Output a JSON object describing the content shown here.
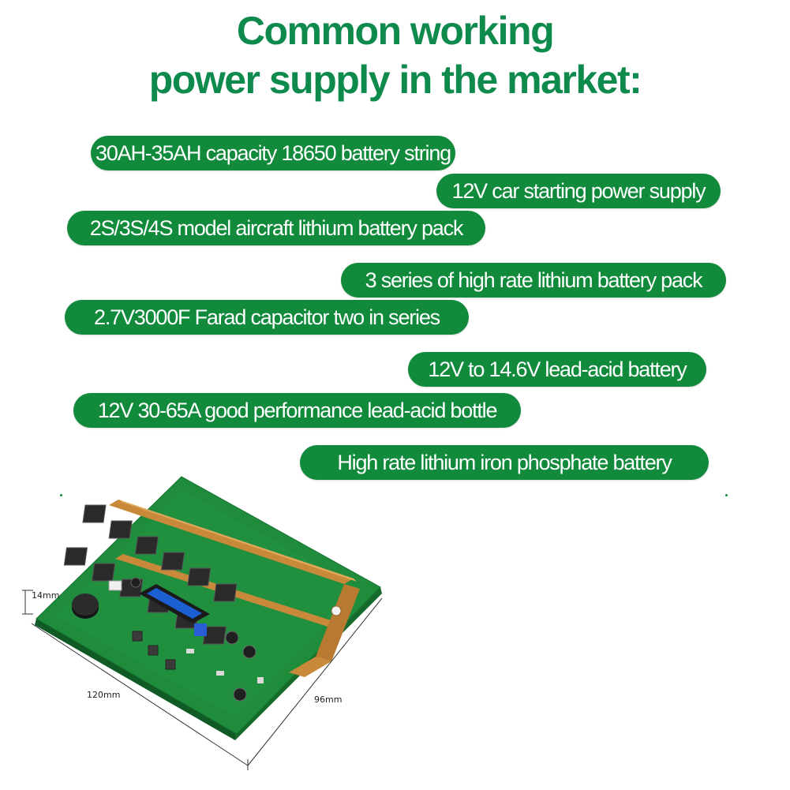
{
  "heading": {
    "line1": "Common working",
    "line2": "power supply in the market:"
  },
  "items": [
    "30AH-35AH capacity 18650 battery string",
    "12V car starting power supply",
    "2S/3S/4S model aircraft lithium battery pack",
    "3 series of high rate lithium battery pack",
    "2.7V3000F Farad capacitor two in series",
    "12V to 14.6V lead-acid battery",
    "12V 30-65A good performance lead-acid bottle",
    "High rate lithium iron phosphate battery"
  ],
  "dimensions": {
    "height": "14mm",
    "length": "120mm",
    "width": "96mm"
  },
  "colors": {
    "brand_green": "#118a3c",
    "title_green": "#0f8a4d",
    "pcb_green": "#1e8c3a",
    "copper": "#c8893a"
  }
}
